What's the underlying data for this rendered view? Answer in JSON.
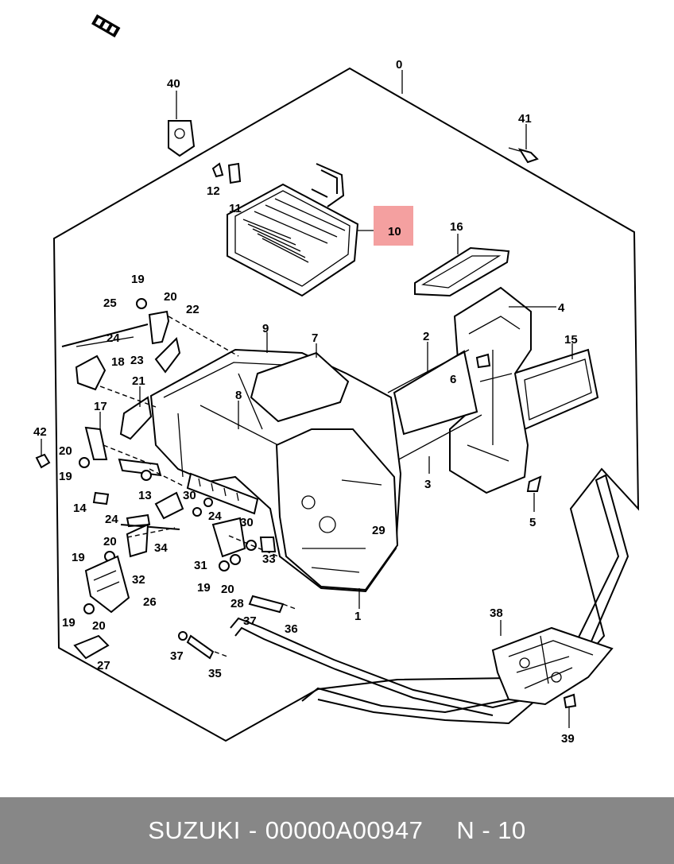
{
  "footer": {
    "brand": "SUZUKI",
    "separator": "-",
    "part_number": "00000A00947",
    "ref": "N - 10"
  },
  "highlight": {
    "label": "10",
    "color": "#f4a0a0"
  },
  "callouts": [
    "0",
    "40",
    "41",
    "12",
    "11",
    "10",
    "16",
    "4",
    "19",
    "20",
    "25",
    "22",
    "9",
    "7",
    "2",
    "15",
    "24",
    "23",
    "18",
    "6",
    "21",
    "8",
    "17",
    "42",
    "20",
    "19",
    "14",
    "13",
    "3",
    "30",
    "24",
    "5",
    "30",
    "24",
    "34",
    "29",
    "20",
    "19",
    "31",
    "33",
    "32",
    "20",
    "19",
    "26",
    "28",
    "37",
    "36",
    "1",
    "38",
    "19",
    "20",
    "37",
    "35",
    "27",
    "39"
  ]
}
